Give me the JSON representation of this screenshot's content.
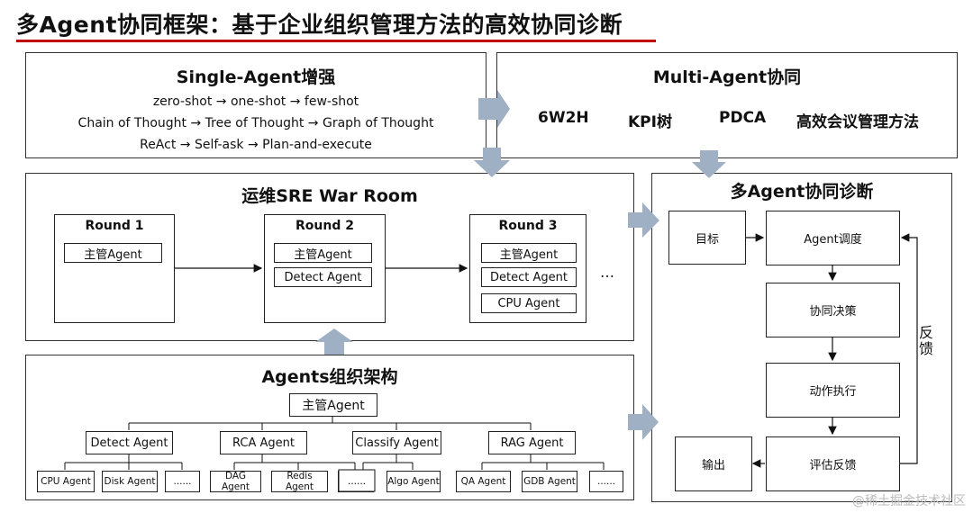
{
  "title": "多Agent协同框架：基于企业组织管理方法的高效协同诊断",
  "colors": {
    "accent": "#c00000",
    "arrow": "#9fb0c4"
  },
  "single_agent": {
    "title": "Single-Agent增强",
    "lines": [
      "zero-shot → one-shot → few-shot",
      "Chain of Thought → Tree of Thought → Graph of Thought",
      "ReAct → Self-ask → Plan-and-execute"
    ]
  },
  "multi_agent": {
    "title": "Multi-Agent协同",
    "methods": [
      "6W2H",
      "KPI树",
      "PDCA",
      "高效会议管理方法"
    ]
  },
  "war_room": {
    "title": "运维SRE War Room",
    "rounds": [
      {
        "title": "Round 1",
        "agents": [
          "主管Agent"
        ]
      },
      {
        "title": "Round 2",
        "agents": [
          "主管Agent",
          "Detect Agent"
        ]
      },
      {
        "title": "Round 3",
        "agents": [
          "主管Agent",
          "Detect Agent",
          "CPU Agent"
        ]
      }
    ],
    "ellipsis": "…"
  },
  "org": {
    "title": "Agents组织架构",
    "root": "主管Agent",
    "groups": [
      {
        "name": "Detect Agent",
        "children": [
          "CPU Agent",
          "Disk Agent",
          "......"
        ]
      },
      {
        "name": "RCA  Agent",
        "children": [
          "DAG Agent",
          "Redis Agent",
          "......"
        ]
      },
      {
        "name": "Classify  Agent",
        "children": [
          "......",
          "Algo Agent"
        ]
      },
      {
        "name": "RAG  Agent",
        "children": [
          "QA Agent",
          "GDB Agent",
          "......"
        ]
      }
    ]
  },
  "diagnosis": {
    "title": "多Agent协同诊断",
    "goal": "目标",
    "steps": [
      "Agent调度",
      "协同决策",
      "动作执行",
      "评估反馈"
    ],
    "output": "输出",
    "feedback": "反馈"
  },
  "watermark": "@稀土掘金技术社区"
}
